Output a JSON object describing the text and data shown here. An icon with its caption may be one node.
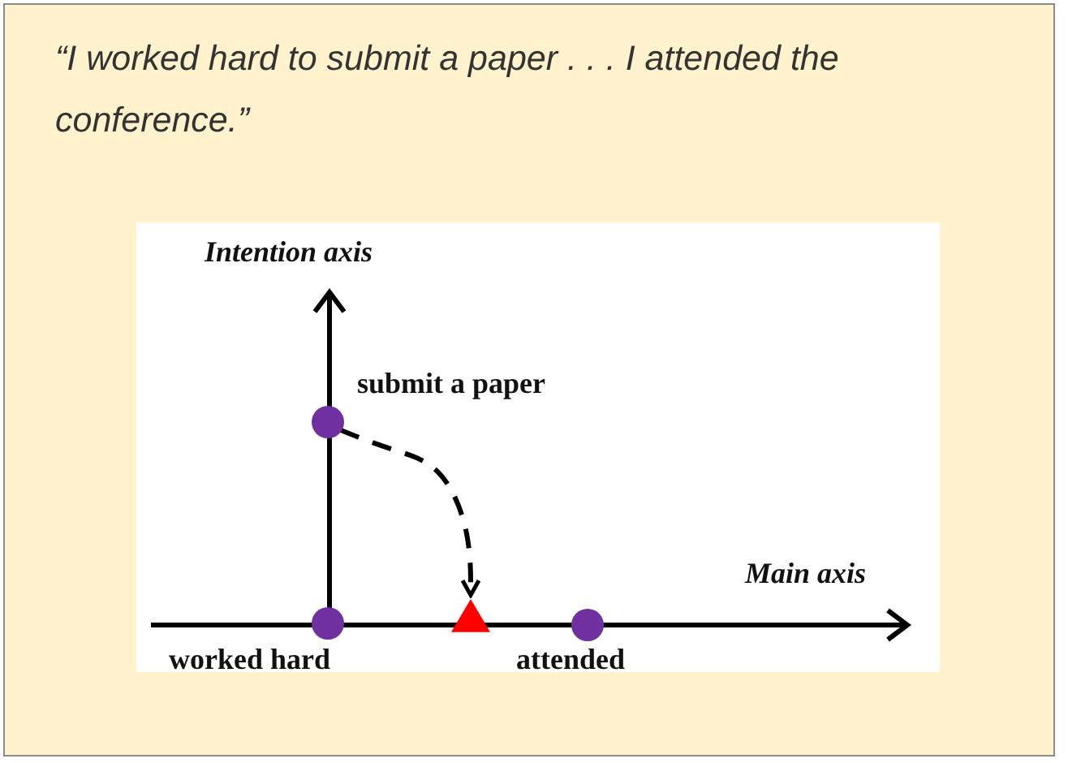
{
  "diagram": {
    "nodes": [
      {
        "text": [],
        "shape": "circle",
        "beside": [
          "submit a paper"
        ]
      },
      {
        "text": [],
        "shape": "circle",
        "beside": [
          "worked hard"
        ]
      },
      {
        "text": [],
        "shape": "triangle"
      },
      {
        "text": [],
        "shape": "circle",
        "beside": [
          "attended"
        ]
      }
    ],
    "edges": [
      {
        "from": 0,
        "to": 2,
        "arrow": "to",
        "style": "dashed"
      }
    ],
    "labels": [
      "“I worked hard to submit a paper . . . I attended the conference.”",
      "Intention axis",
      "Main axis"
    ]
  }
}
